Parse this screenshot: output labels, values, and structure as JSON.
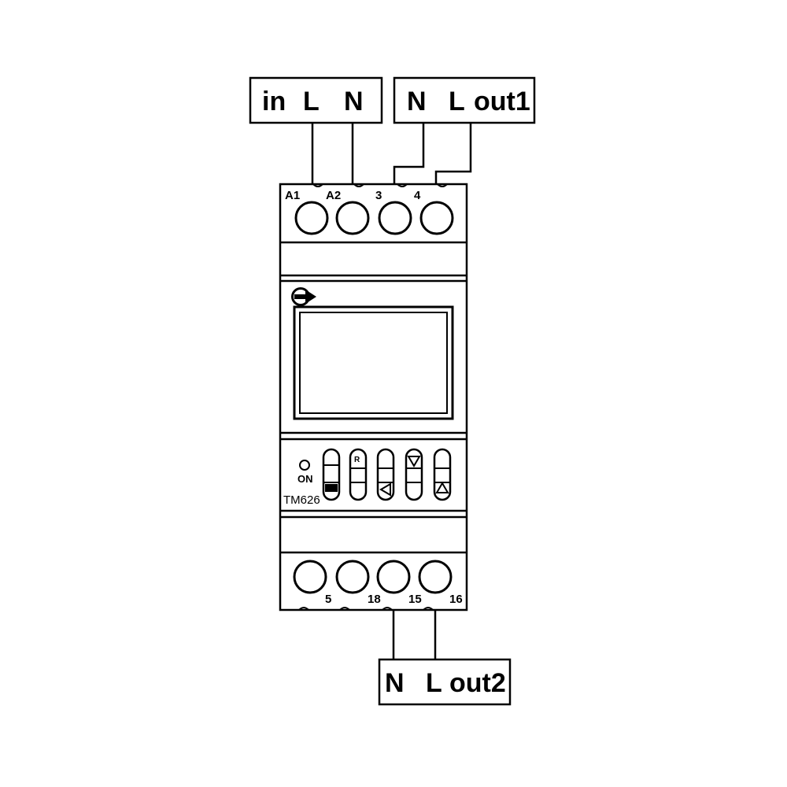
{
  "input_box": {
    "label_in": "in",
    "label_l": "L",
    "label_n": "N"
  },
  "out1_box": {
    "label_n": "N",
    "label_l": "L",
    "label_out": "out1"
  },
  "out2_box": {
    "label_n": "N",
    "label_l": "L",
    "label_out": "out2"
  },
  "top_terminals": [
    "A1",
    "A2",
    "3",
    "4"
  ],
  "bottom_terminals": [
    "5",
    "18",
    "15",
    "16"
  ],
  "device": {
    "model": "TM626",
    "on_label": "ON",
    "button_icons": [
      "menu-icon",
      "reset-icon",
      "left-arrow-icon",
      "down-arrow-icon",
      "up-arrow-icon"
    ]
  },
  "colors": {
    "stroke": "#000000",
    "background": "#ffffff"
  }
}
